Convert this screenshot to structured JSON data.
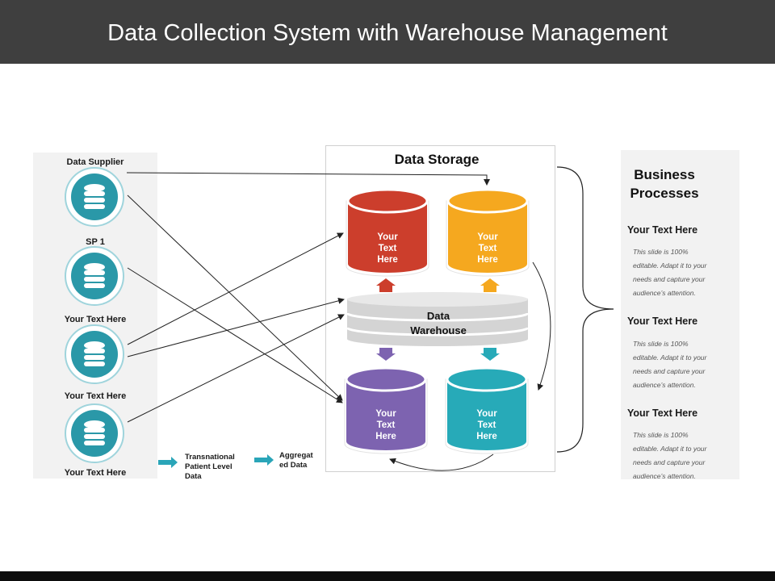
{
  "title": "Data Collection System with Warehouse Management",
  "sources": {
    "labels": [
      "Data Supplier",
      "SP 1",
      "Your Text Here",
      "Your Text Here",
      "Your Text Here"
    ]
  },
  "storage": {
    "title": "Data Storage",
    "warehouse_label_line1": "Data",
    "warehouse_label_line2": "Warehouse",
    "cylinders": [
      {
        "line1": "Your",
        "line2": "Text",
        "line3": "Here",
        "color": "#cc3e2c"
      },
      {
        "line1": "Your",
        "line2": "Text",
        "line3": "Here",
        "color": "#f5a81f"
      },
      {
        "line1": "Your",
        "line2": "Text",
        "line3": "Here",
        "color": "#7d63b0"
      },
      {
        "line1": "Your",
        "line2": "Text",
        "line3": "Here",
        "color": "#27aab8"
      }
    ]
  },
  "flow": {
    "step1_line1": "Transnational",
    "step1_line2": "Patient Level",
    "step1_line3": "Data",
    "step2_line1": "Aggregat",
    "step2_line2": "ed Data"
  },
  "business": {
    "title_line1": "Business",
    "title_line2": "Processes",
    "items": [
      {
        "heading": "Your Text Here",
        "l1": "This slide is 100%",
        "l2": "editable. Adapt it to your",
        "l3": "needs and capture your",
        "l4": "audience’s attention."
      },
      {
        "heading": "Your Text Here",
        "l1": "This slide is 100%",
        "l2": "editable. Adapt it to your",
        "l3": "needs and capture your",
        "l4": "audience’s attention."
      },
      {
        "heading": "Your Text Here",
        "l1": "This slide is 100%",
        "l2": "editable. Adapt it to your",
        "l3": "needs and capture your",
        "l4": "audience’s attention."
      }
    ]
  },
  "colors": {
    "header_bg": "#3f3f3f",
    "source_teal": "#2a98a8",
    "arrow_teal": "#2aa5b8",
    "panel_gray": "#f2f2f2"
  }
}
